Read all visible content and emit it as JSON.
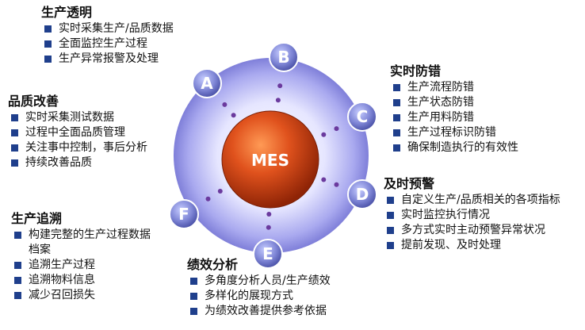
{
  "core": {
    "label": "MES"
  },
  "nodes": [
    "A",
    "B",
    "C",
    "D",
    "E",
    "F"
  ],
  "sections": {
    "transparency": {
      "title": "生产透明",
      "items": [
        "实时采集生产/品质数据",
        "全面监控生产过程",
        "生产异常报警及处理"
      ]
    },
    "quality": {
      "title": "品质改善",
      "items": [
        "实时采集测试数据",
        "过程中全面品质管理",
        "关注事中控制，事后分析",
        "持续改善品质"
      ]
    },
    "trace": {
      "title": "生产追溯",
      "items": [
        "构建完整的生产过程数据档案",
        "追溯生产过程",
        "追溯物料信息",
        "减少召回损失"
      ]
    },
    "errorproof": {
      "title": "实时防错",
      "items": [
        "生产流程防错",
        "生产状态防错",
        "生产用料防错",
        "生产过程标识防错",
        "确保制造执行的有效性"
      ]
    },
    "warning": {
      "title": "及时预警",
      "items": [
        "自定义生产/品质相关的各项指标",
        "实时监控执行情况",
        "多方式实时主动预警异常状况",
        "提前发现、及时处理"
      ]
    },
    "performance": {
      "title": "绩效分析",
      "items": [
        "多角度分析人员/生产绩效",
        "多样化的展现方式",
        "为绩效改善提供参考依据"
      ]
    }
  },
  "colors": {
    "core": "#c43a10",
    "ring": "#9a9ae8",
    "node": "#7f86d6",
    "dot": "#6b3a9e",
    "bullet": "#1f3f8c"
  }
}
